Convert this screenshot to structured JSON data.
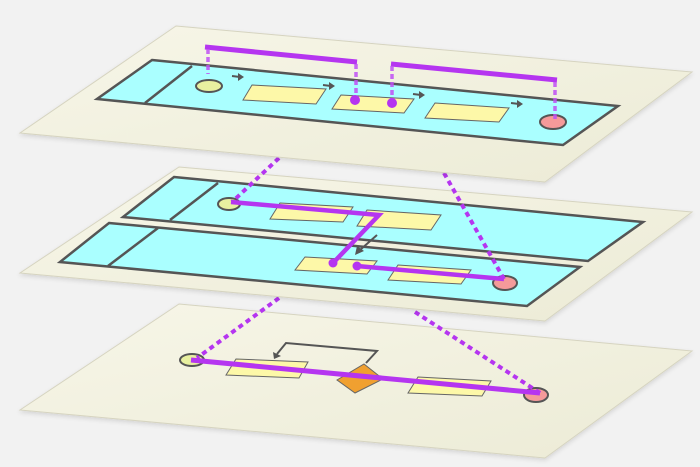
{
  "colors": {
    "background": "#f2f2f2",
    "plane": "#f3f2e2",
    "plane_edge": "#d8d6c2",
    "pool": "#aaffff",
    "pool_stroke": "#555555",
    "task": "#fdf8a8",
    "start_event": "#e8f0a0",
    "end_event": "#f59a9a",
    "gateway": "#f0a030",
    "link": "#b535f0"
  },
  "layers": [
    "top-process-layer",
    "middle-process-layer",
    "bottom-process-layer"
  ]
}
